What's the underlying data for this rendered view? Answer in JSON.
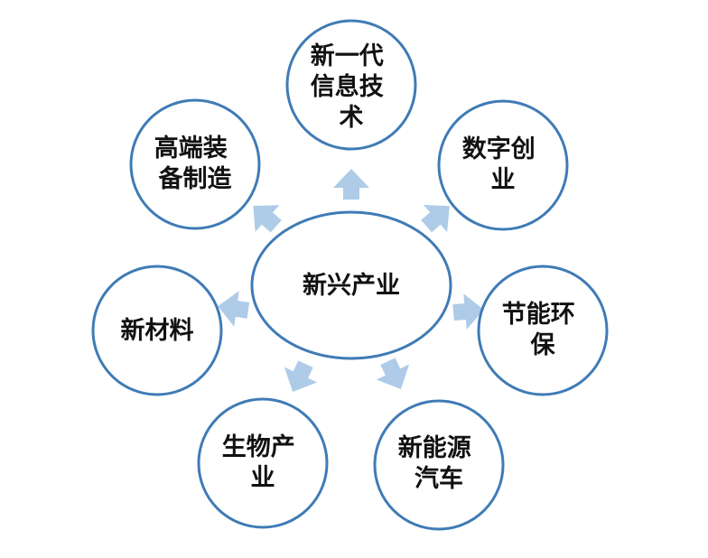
{
  "center": {
    "lines": [
      "新兴产业"
    ]
  },
  "nodes": [
    {
      "id": "next-gen-it",
      "lines": [
        "新一代",
        "信息技",
        "术"
      ]
    },
    {
      "id": "digital-creative",
      "lines": [
        "数字创",
        "业"
      ]
    },
    {
      "id": "energy-saving",
      "lines": [
        "节能环",
        "保"
      ]
    },
    {
      "id": "new-energy-vehicle",
      "lines": [
        "新能源",
        "汽车"
      ]
    },
    {
      "id": "biotech",
      "lines": [
        "生物产",
        "业"
      ]
    },
    {
      "id": "new-materials",
      "lines": [
        "新材料"
      ]
    },
    {
      "id": "high-end-equipment",
      "lines": [
        "高端装",
        "备制造"
      ]
    }
  ],
  "colors": {
    "circle_stroke": "#3f7bb5",
    "arrow_fill": "#aecbe8",
    "text": "#111111"
  }
}
